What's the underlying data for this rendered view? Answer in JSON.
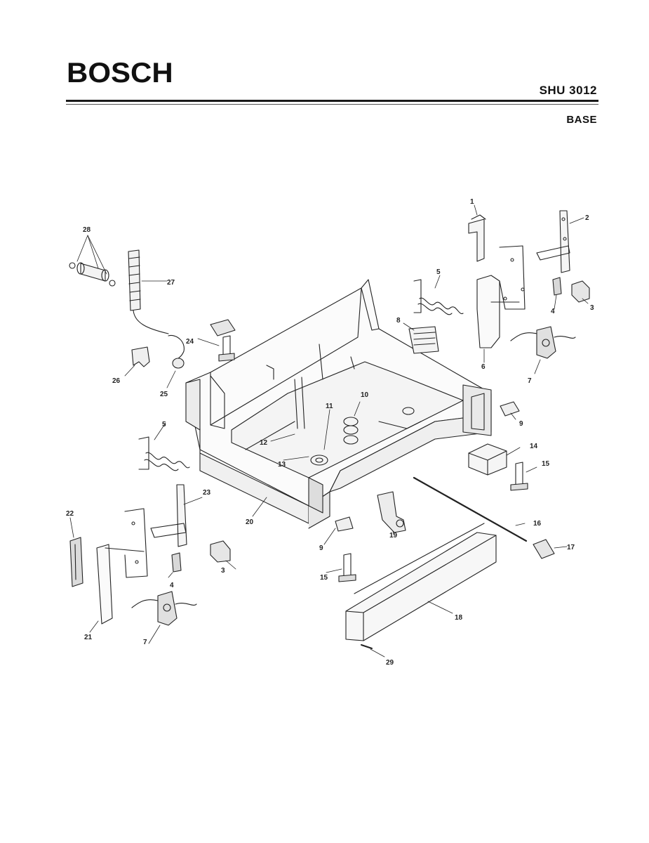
{
  "header": {
    "brand": "BOSCH",
    "model": "SHU 3012",
    "section": "BASE"
  },
  "callouts": [
    "1",
    "2",
    "3",
    "4",
    "5",
    "6",
    "7",
    "8",
    "9",
    "10",
    "11",
    "12",
    "13",
    "14",
    "15",
    "16",
    "17",
    "18",
    "19",
    "20",
    "21",
    "22",
    "23",
    "24",
    "25",
    "26",
    "27",
    "28",
    "29"
  ],
  "colors": {
    "ink": "#222222",
    "paper": "#ffffff"
  }
}
